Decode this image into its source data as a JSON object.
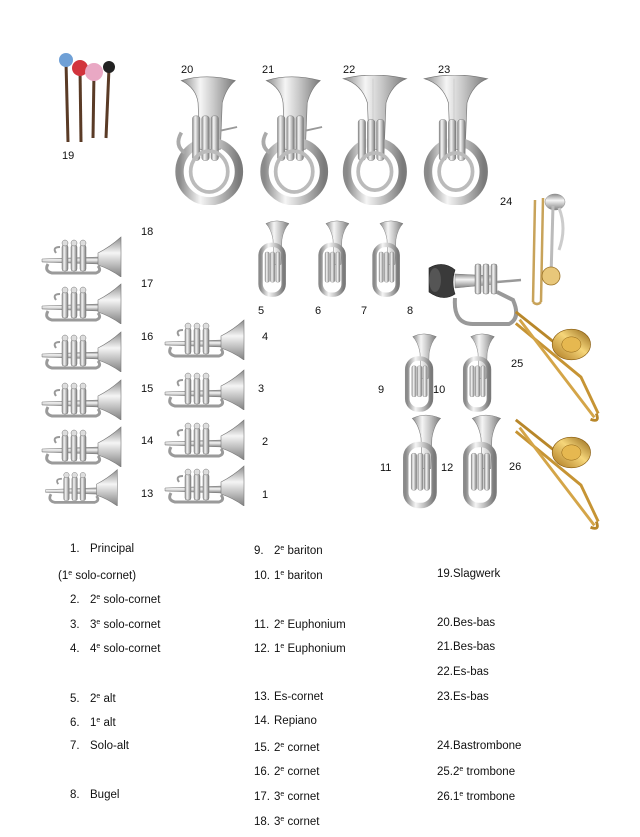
{
  "instrument_numbers": {
    "n1": "1",
    "n2": "2",
    "n3": "3",
    "n4": "4",
    "n5": "5",
    "n6": "6",
    "n7": "7",
    "n8": "8",
    "n9": "9",
    "n10": "10",
    "n11": "11",
    "n12": "12",
    "n13": "13",
    "n14": "14",
    "n15": "15",
    "n16": "16",
    "n17": "17",
    "n18": "18",
    "n19": "19",
    "n20": "20",
    "n21": "21",
    "n22": "22",
    "n23": "23",
    "n24": "24",
    "n25": "25",
    "n26": "26"
  },
  "legend": {
    "col1": [
      {
        "num": "1.",
        "ord": "",
        "text": "Principal"
      },
      {
        "num": "",
        "ord": "",
        "text": "(1e solo-cornet)"
      },
      {
        "num": "2.",
        "ord": "2",
        "sup": "e",
        "text": " solo-cornet"
      },
      {
        "num": "3.",
        "ord": "3",
        "sup": "e",
        "text": " solo-cornet"
      },
      {
        "num": "4.",
        "ord": "4",
        "sup": "e",
        "text": " solo-cornet"
      },
      {
        "num": "",
        "text": ""
      },
      {
        "num": "5.",
        "ord": "2",
        "sup": "e",
        "text": " alt"
      },
      {
        "num": "6.",
        "ord": "1",
        "sup": "e",
        "text": " alt"
      },
      {
        "num": "7.",
        "ord": "",
        "text": "Solo-alt"
      },
      {
        "num": "",
        "text": ""
      },
      {
        "num": "8.",
        "ord": "",
        "text": "Bugel"
      }
    ],
    "col2": [
      {
        "num": "9.",
        "ord": "2",
        "sup": "e",
        "text": " bariton"
      },
      {
        "num": "10.",
        "ord": "1",
        "sup": "e",
        "text": " bariton"
      },
      {
        "num": "",
        "text": ""
      },
      {
        "num": "11.",
        "ord": "2",
        "sup": "e",
        "text": " Euphonium"
      },
      {
        "num": "12.",
        "ord": "1",
        "sup": "e",
        "text": " Euphonium"
      },
      {
        "num": "",
        "text": ""
      },
      {
        "num": "13.",
        "ord": "",
        "text": "Es-cornet"
      },
      {
        "num": "14.",
        "ord": "",
        "text": "Repiano"
      },
      {
        "num": "15.",
        "ord": "2",
        "sup": "e",
        "text": " cornet"
      },
      {
        "num": "16.",
        "ord": "2",
        "sup": "e",
        "text": " cornet"
      },
      {
        "num": "17.",
        "ord": "3",
        "sup": "e",
        "text": " cornet"
      },
      {
        "num": "18.",
        "ord": "3",
        "sup": "e",
        "text": " cornet"
      }
    ],
    "col3": [
      {
        "num": "",
        "text": ""
      },
      {
        "num": "19.",
        "ord": "",
        "text": "Slagwerk"
      },
      {
        "num": "",
        "text": ""
      },
      {
        "num": "20.",
        "ord": "",
        "text": "Bes-bas"
      },
      {
        "num": "21.",
        "ord": "",
        "text": "Bes-bas"
      },
      {
        "num": "22.",
        "ord": "",
        "text": "Es-bas"
      },
      {
        "num": "23.",
        "ord": "",
        "text": "Es-bas"
      },
      {
        "num": "",
        "text": ""
      },
      {
        "num": "24.",
        "ord": "",
        "text": "Bastrombone"
      },
      {
        "num": "25.",
        "ord": "2",
        "sup": "e",
        "text": " trombone"
      },
      {
        "num": "26.",
        "ord": "1",
        "sup": "e",
        "text": " trombone"
      }
    ]
  },
  "colors": {
    "silver_light": "#f2f2f2",
    "silver_mid": "#c4c4c4",
    "silver_dark": "#7d7d7d",
    "gold": "#c9962c",
    "gold_light": "#f1d27a",
    "mallet_blue": "#6fa0d6",
    "mallet_red": "#d2343d",
    "mallet_pink": "#e9a8c4",
    "mallet_black": "#222222",
    "handle": "#5a3b26"
  }
}
